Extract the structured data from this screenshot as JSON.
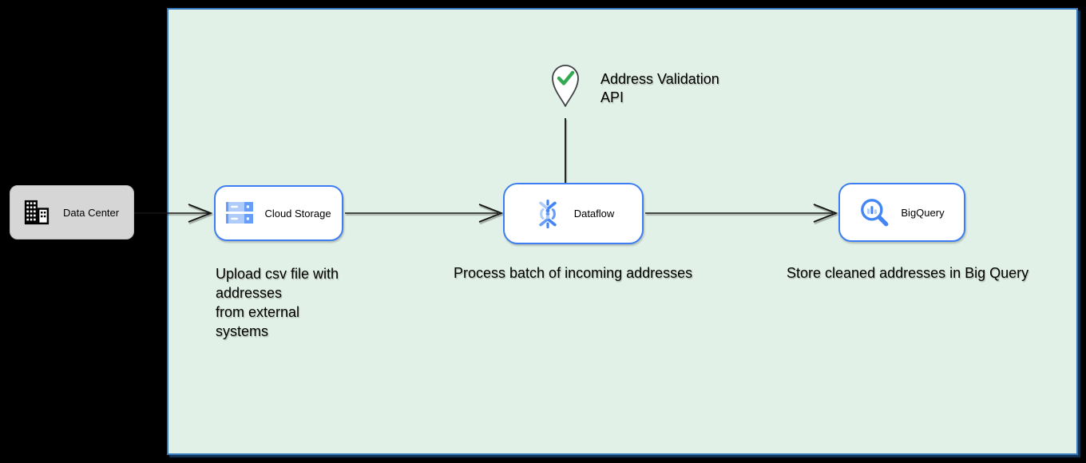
{
  "external": {
    "label": "Data Center"
  },
  "zone": {
    "nodes": [
      {
        "id": "cloud-storage",
        "label": "Cloud Storage",
        "description": "Upload csv file with\naddresses\nfrom external\nsystems"
      },
      {
        "id": "dataflow",
        "label": "Dataflow",
        "description": "Process batch of incoming addresses"
      },
      {
        "id": "bigquery",
        "label": "BigQuery",
        "description": "Store cleaned addresses in Big Query"
      }
    ],
    "api_marker": {
      "label": "Address Validation\nAPI"
    }
  },
  "icons": {
    "external": "building-icon",
    "cloud_storage": "cloud-storage-buckets-icon",
    "dataflow": "dataflow-helix-icon",
    "bigquery": "bigquery-lens-icon",
    "api_marker": "location-pin-check-icon"
  },
  "colors": {
    "background": "#000000",
    "zone_fill": "#e2f1e7",
    "zone_border": "#3579bd",
    "node_fill": "#ffffff",
    "node_border": "#3d7ef2",
    "external_fill": "#d6d6d6",
    "icon_blue": "#4285f4",
    "icon_blue_mid": "#669df6",
    "icon_blue_light": "#aecbfa",
    "check_green": "#34a853",
    "arrow": "#141414",
    "pin_outline": "#3f4346"
  }
}
